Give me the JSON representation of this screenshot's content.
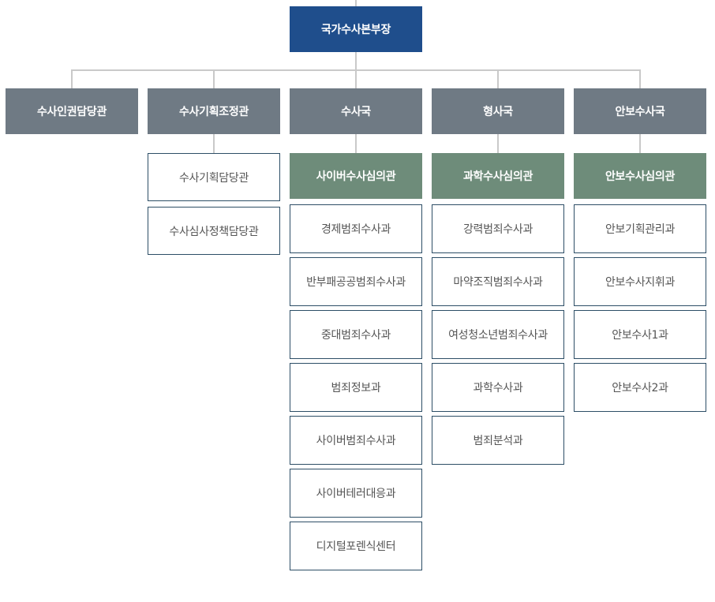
{
  "chief": "국가수사본부장",
  "columns": [
    {
      "head": "수사인권담당관",
      "sub": null,
      "units": []
    },
    {
      "head": "수사기획조정관",
      "sub": null,
      "units": [
        "수사기획담당관",
        "수사심사정책담당관"
      ]
    },
    {
      "head": "수사국",
      "sub": "사이버수사심의관",
      "units": [
        "경제범죄수사과",
        "반부패공공범죄수사과",
        "중대범죄수사과",
        "범죄정보과",
        "사이버범죄수사과",
        "사이버테러대응과",
        "디지털포렌식센터"
      ]
    },
    {
      "head": "형사국",
      "sub": "과학수사심의관",
      "units": [
        "강력범죄수사과",
        "마약조직범죄수사과",
        "여성청소년범죄수사과",
        "과학수사과",
        "범죄분석과"
      ]
    },
    {
      "head": "안보수사국",
      "sub": "안보수사심의관",
      "units": [
        "안보기획관리과",
        "안보수사지휘과",
        "안보수사1과",
        "안보수사2과"
      ]
    }
  ],
  "colors": {
    "chief": "#1f4e8c",
    "head": "#6f7a84",
    "sub": "#6e8c7a",
    "unit_border": "#2d4e66",
    "connector": "#c9c9c9"
  }
}
